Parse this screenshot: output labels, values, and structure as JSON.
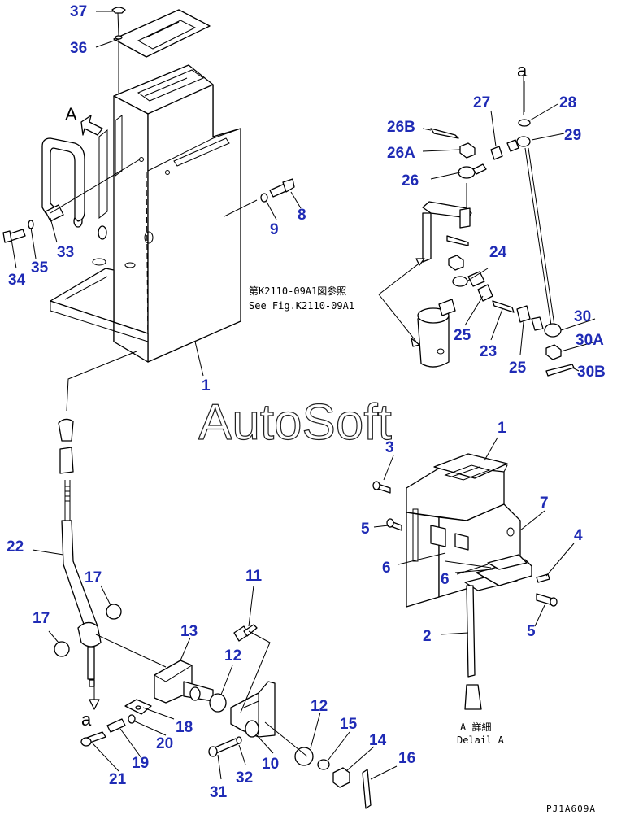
{
  "diagram": {
    "watermark": "AutoSoft",
    "reference_note": {
      "line1": "第K2110-09A1図参照",
      "line2": "See Fig.K2110-09A1"
    },
    "detail_caption": {
      "line1": "A 詳細",
      "line2": "Delail A"
    },
    "view_arrow_label": "A",
    "connector_label_top": "a",
    "connector_label_bottom": "a",
    "drawing_code": "PJ1A609A",
    "part_numbers": {
      "p37": "37",
      "p36": "36",
      "p8": "8",
      "p9": "9",
      "p33": "33",
      "p34": "34",
      "p35": "35",
      "p1_main": "1",
      "p26B": "26B",
      "p26A": "26A",
      "p26": "26",
      "p27": "27",
      "p28": "28",
      "p29": "29",
      "p24": "24",
      "p25_a": "25",
      "p23": "23",
      "p25_b": "25",
      "p30": "30",
      "p30A": "30A",
      "p30B": "30B",
      "p22": "22",
      "p17_a": "17",
      "p17_b": "17",
      "p11": "11",
      "p13": "13",
      "p12_a": "12",
      "p12_b": "12",
      "p18": "18",
      "p20": "20",
      "p19": "19",
      "p21": "21",
      "p15": "15",
      "p14": "14",
      "p16": "16",
      "p31": "31",
      "p32": "32",
      "p10": "10",
      "p3": "3",
      "p1_detail": "1",
      "p5_a": "5",
      "p7": "7",
      "p4": "4",
      "p6_a": "6",
      "p6_b": "6",
      "p2": "2",
      "p5_b": "5"
    }
  }
}
